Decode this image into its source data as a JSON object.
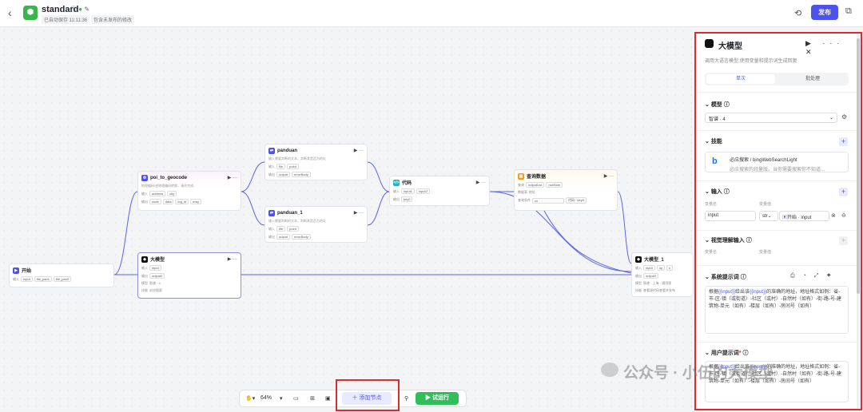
{
  "topbar": {
    "back": "‹",
    "title": "standard",
    "saved": "已自动保存 11:11:36",
    "unpublished": "包含未发布的修改",
    "publish": "发布"
  },
  "nodes": {
    "start": {
      "title": "开始",
      "inputs_label": "输入",
      "tags": [
        "input",
        "file_pan1",
        "file_pan2"
      ]
    },
    "poi": {
      "title": "poi_to_geocode",
      "desc": "地理编码/逆地理编码转换，请先完成...",
      "in_label": "输入",
      "in_tags": [
        "address",
        "city"
      ],
      "out_label": "输出",
      "out_tags": [
        "code",
        "data",
        "log_id",
        "msg"
      ]
    },
    "llm": {
      "title": "大模型",
      "in_label": "输入",
      "in_tags": [
        "input"
      ],
      "out_label": "输出",
      "out_tags": [
        "output2"
      ],
      "model_label": "模型",
      "model": "智谱 · 4",
      "skill_label": "技能",
      "skill": "必应搜索"
    },
    "panduan": {
      "title": "panduan",
      "desc": "输入需要判断的文本，判断其是否为地址",
      "in_label": "输入",
      "in_tags": [
        "file",
        "point"
      ],
      "out_label": "输出",
      "out_tags": [
        "output",
        "errorBody"
      ]
    },
    "panduan1": {
      "title": "panduan_1",
      "desc": "输入需要判断的文本，判断其是否为地址",
      "in_label": "输入",
      "in_tags": [
        "file",
        "point"
      ],
      "out_label": "输出",
      "out_tags": [
        "output",
        "errorBody"
      ]
    },
    "code": {
      "title": "代码",
      "in_label": "输入",
      "in_tags": [
        "input1",
        "input2"
      ],
      "out_label": "输出",
      "out_tags": [
        "key0"
      ]
    },
    "query": {
      "title": "查询数据",
      "r1_label": "查询",
      "r1_tags": [
        "outputList",
        "rowNum"
      ],
      "r2_label": "数据表",
      "r2_val": "地址",
      "r3_label": "查询条件",
      "r3_a": "xx",
      "r3_b": "代码 · key0"
    },
    "llm1": {
      "title": "大模型_1",
      "in_label": "输入",
      "in_tags": [
        "input",
        "op",
        "c"
      ],
      "out_label": "输出",
      "out_tags": [
        "output2"
      ],
      "model_label": "模型",
      "model": "智谱 · 上海 · 通用版",
      "skill_label": "技能",
      "skill": "查看源代码查看并发布"
    }
  },
  "toolbar": {
    "zoom": "64%",
    "add_node": "添加节点",
    "trial": "试运行"
  },
  "panel": {
    "title": "大模型",
    "desc": "调用大语言模型,使用变量和提示词生成回复",
    "tab_single": "单次",
    "tab_batch": "批处理",
    "model_section": "模型",
    "model_value": "智谱 · 4",
    "skill_section": "技能",
    "skill_name": "必应搜索 / bingWebSearchLight",
    "skill_desc": "必应搜索的轻量版。当你需要搜索你不知道...",
    "input_section": "输入",
    "var_name_label": "变量名",
    "var_value_label": "变量值",
    "var_name": "input",
    "var_type": "str",
    "var_ref": "开始 · input",
    "vision_section": "视觉理解输入",
    "vision_name_label": "变量名",
    "vision_value_label": "变量值",
    "system_section": "系统提示词",
    "system_text_a": "根据",
    "system_var": "{{input}}",
    "system_text_b": "给出该",
    "system_var2": "{{input}}",
    "system_text_c": "的准确的地址，地址格式如例：省-市-区-镇（或街道）-社区（或村）-自然村（如有）-街-路-号-建筑物-单元（如有）-楼层（如有）-房间号（如有）",
    "user_section": "用户提示词",
    "user_text_a": "根据",
    "user_var": "{{input}}",
    "user_text_b": "给出该",
    "user_var2": "{{input}}",
    "user_text_c": "的准确的地址，地址格式如例：省-市-区-镇（或街道）-社区（或村）-自然村（如有）-街-路-号-建筑物-单元（如有）-楼层（如有）-房间号（如有）"
  },
  "watermark": "公众号 · 小伍的大模型"
}
